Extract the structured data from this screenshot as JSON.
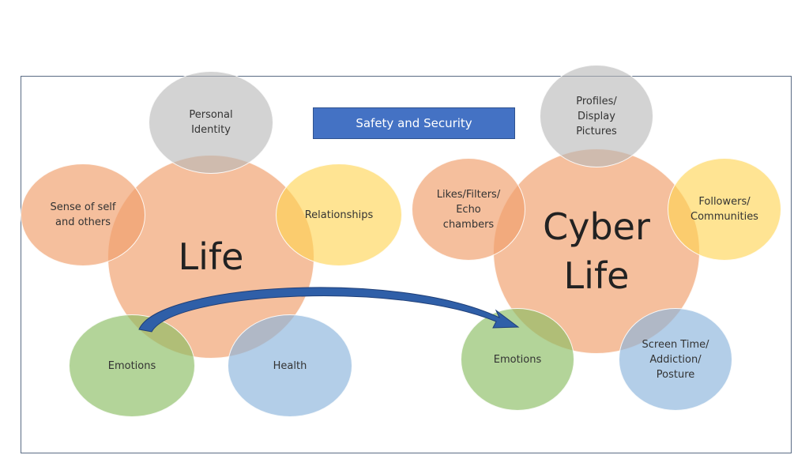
{
  "banner": "Safety and Security",
  "life": {
    "center": "Life",
    "personal_identity": "Personal\nIdentity",
    "sense_of_self": "Sense of self\nand others",
    "relationships": "Relationships",
    "emotions": "Emotions",
    "health": "Health"
  },
  "cyber": {
    "center": "Cyber\nLife",
    "profiles": "Profiles/\nDisplay\nPictures",
    "likes": "Likes/Filters/\nEcho\nchambers",
    "followers": "Followers/\nCommunities",
    "emotions": "Emotions",
    "screen_time": "Screen Time/\nAddiction/\nPosture"
  },
  "colors": {
    "orange": "#f0a06e",
    "grey": "#b8b8b8",
    "yellow": "#ffd450",
    "green": "#8cbe64",
    "blue": "#8cb4dc",
    "banner": "#4472c4",
    "arrow": "#2f5fa8"
  }
}
